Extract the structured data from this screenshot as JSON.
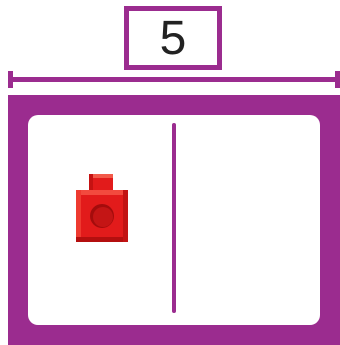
{
  "total": {
    "value": "5"
  },
  "ten_frame": {
    "left_cell_cubes": 1,
    "right_cell_cubes": 0,
    "cube_color": "#e21b1b",
    "frame_color": "#9b2c8f"
  }
}
